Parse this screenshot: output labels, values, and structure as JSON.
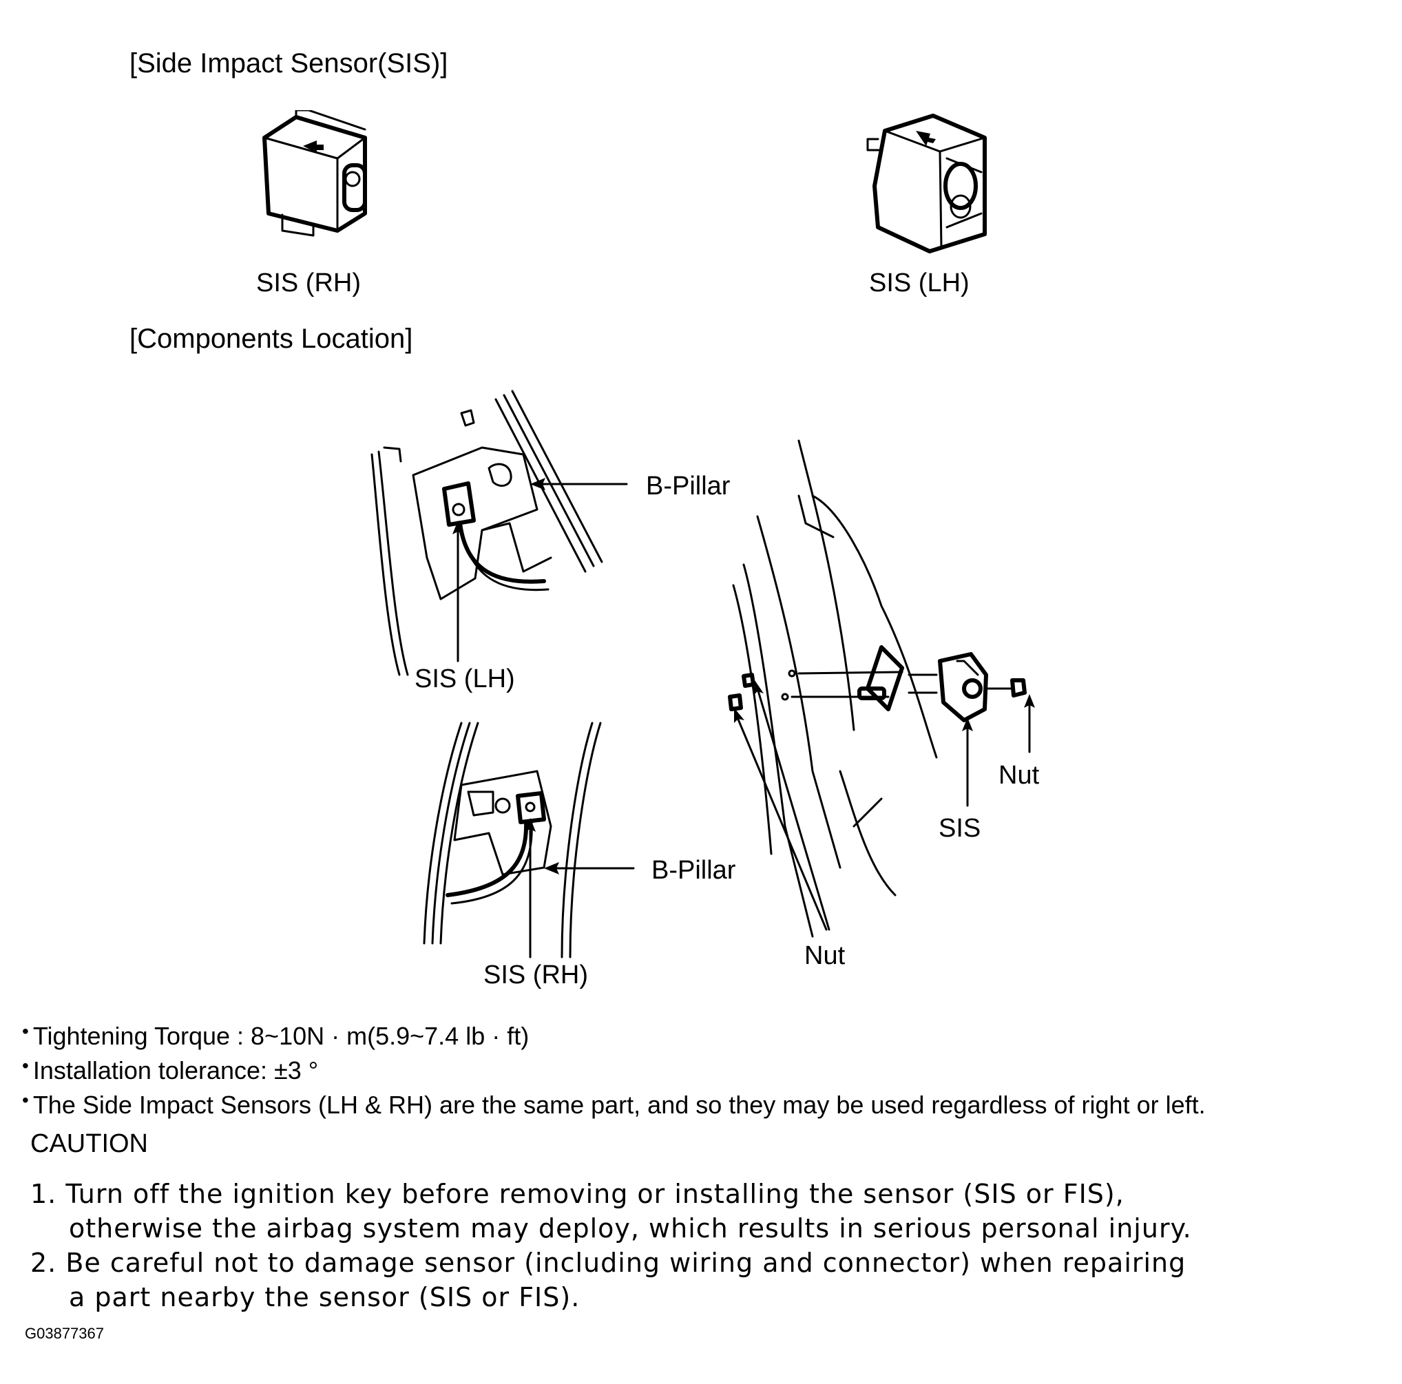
{
  "headings": {
    "sensor": "[Side Impact Sensor(SIS)]",
    "location": "[Components Location]"
  },
  "captions": {
    "sis_rh": "SIS (RH)",
    "sis_lh": "SIS (LH)"
  },
  "diagram_labels": {
    "b_pillar_top": "B-Pillar",
    "sis_lh": "SIS (LH)",
    "b_pillar_bottom": "B-Pillar",
    "sis_rh": "SIS (RH)",
    "nut_right": "Nut",
    "sis": "SIS",
    "nut_bottom": "Nut"
  },
  "notes": [
    "Tightening Torque : 8~10N · m(5.9~7.4 lb · ft)",
    "Installation tolerance: ±3 °",
    "The Side Impact Sensors (LH & RH) are the same part, and so they may be used regardless of right or left."
  ],
  "caution": {
    "title": "CAUTION",
    "items": [
      {
        "line1": "1. Turn off the ignition key before removing or installing the sensor (SIS or FIS),",
        "line2": "otherwise the airbag system may deploy, which results in serious personal injury."
      },
      {
        "line1": "2. Be careful not to damage sensor (including wiring and connector) when repairing",
        "line2": "a part nearby the sensor (SIS or FIS)."
      }
    ]
  },
  "figure_code": "G03877367"
}
